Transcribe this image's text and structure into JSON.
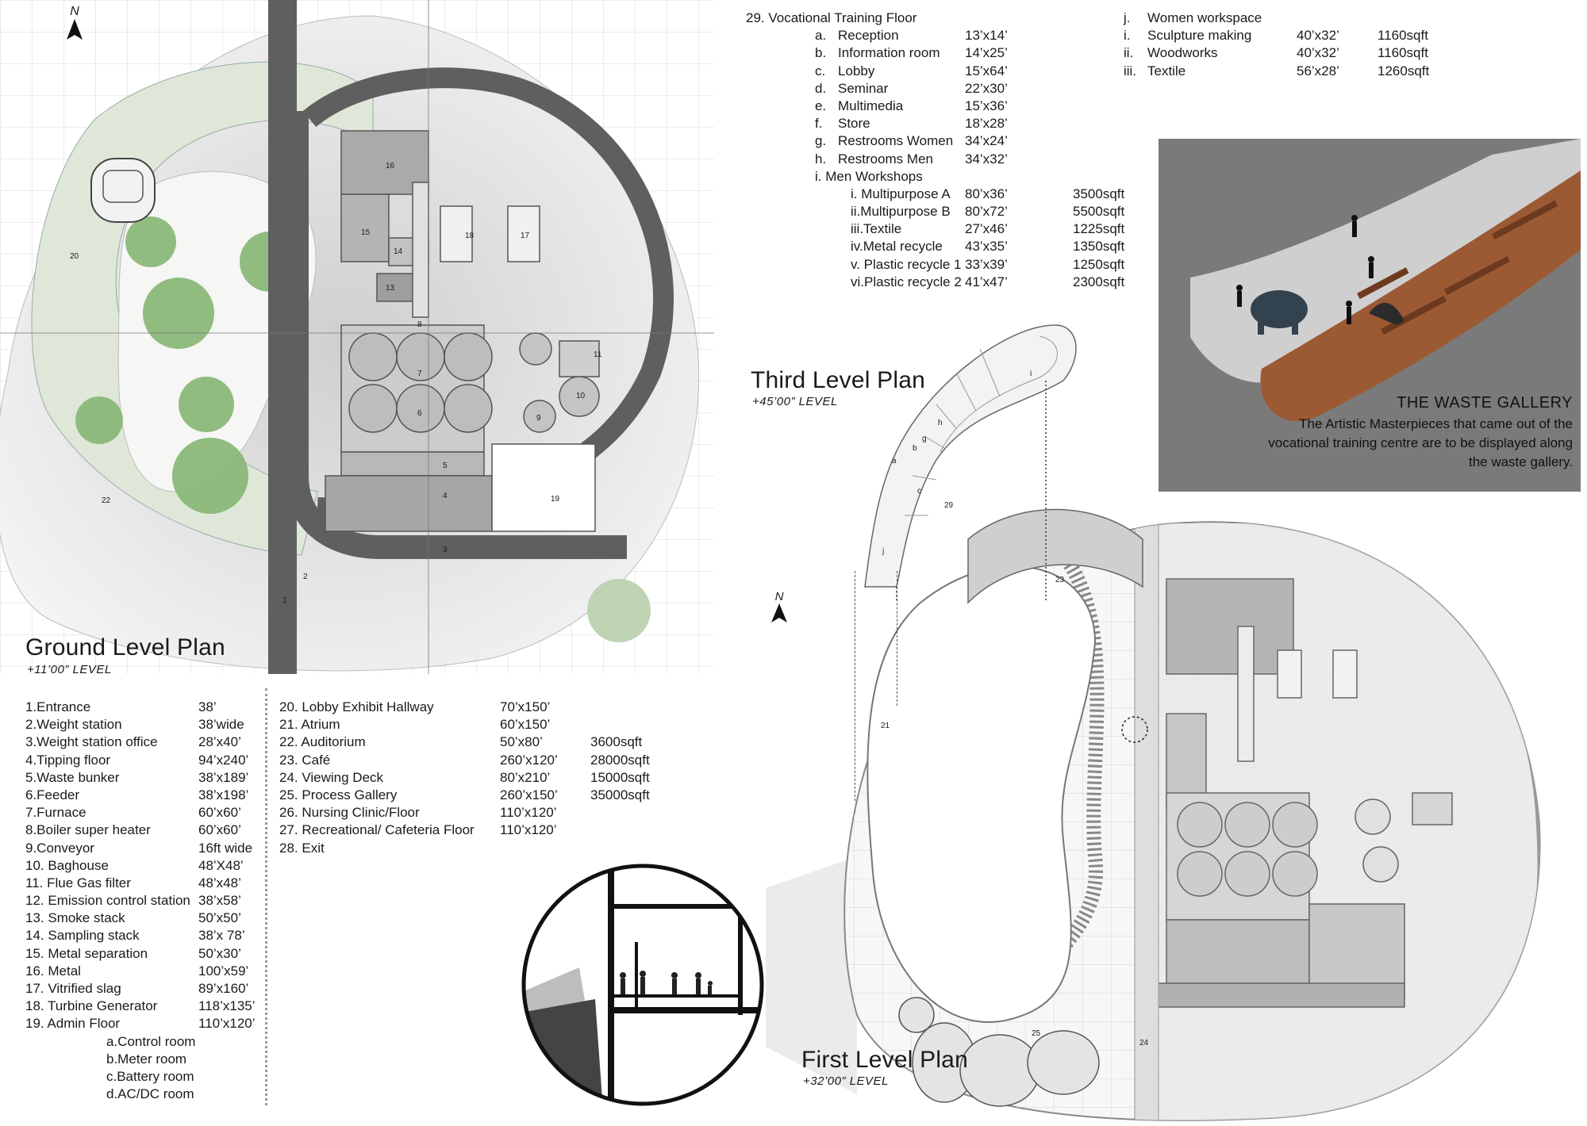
{
  "north_label": "N",
  "ground": {
    "title": "Ground Level Plan",
    "level": "+11’00” LEVEL",
    "plan_numbers": [
      "1",
      "2",
      "3",
      "4",
      "5",
      "6",
      "7",
      "8",
      "9",
      "10",
      "11",
      "13",
      "14",
      "15",
      "16",
      "17",
      "18",
      "19",
      "20",
      "22"
    ]
  },
  "first": {
    "title": "First Level Plan",
    "level": "+32’00” LEVEL",
    "plan_numbers": [
      "21",
      "23",
      "24",
      "25"
    ]
  },
  "third": {
    "title": "Third Level Plan",
    "level": "+45’00” LEVEL",
    "plan_numbers": [
      "29",
      "a",
      "b",
      "c",
      "g",
      "h",
      "i",
      "j"
    ]
  },
  "schedule_left": [
    [
      "1.Entrance",
      "38’",
      ""
    ],
    [
      "2.Weight station",
      "38’wide",
      ""
    ],
    [
      "3.Weight station office",
      "28’x40’",
      ""
    ],
    [
      "4.Tipping floor",
      "94’x240’",
      ""
    ],
    [
      "5.Waste bunker",
      "38’x189’",
      ""
    ],
    [
      "6.Feeder",
      "38’x198’",
      ""
    ],
    [
      "7.Furnace",
      "60’x60’",
      ""
    ],
    [
      "8.Boiler super heater",
      "60’x60’",
      ""
    ],
    [
      "9.Conveyor",
      "16ft wide",
      ""
    ],
    [
      "10.  Baghouse",
      "48’X48’",
      ""
    ],
    [
      "11.  Flue Gas filter",
      "48’x48’",
      ""
    ],
    [
      "12.  Emission control station",
      "38’x58’",
      ""
    ],
    [
      "13.  Smoke stack",
      "50’x50’",
      ""
    ],
    [
      "14.  Sampling stack",
      "38’x 78’",
      ""
    ],
    [
      "15.  Metal separation",
      "50’x30’",
      ""
    ],
    [
      "16.  Metal",
      "100’x59’",
      ""
    ],
    [
      "17.  Vitrified slag",
      "89’x160’",
      ""
    ],
    [
      "18.  Turbine Generator",
      "118’x135’",
      ""
    ],
    [
      "19.  Admin Floor",
      "110’x120’",
      ""
    ]
  ],
  "admin_sub": [
    "a.Control room",
    "b.Meter room",
    "c.Battery room",
    "d.AC/DC room"
  ],
  "schedule_mid": [
    [
      "20.  Lobby Exhibit Hallway",
      "70’x150’",
      ""
    ],
    [
      "21.  Atrium",
      "60’x150’",
      ""
    ],
    [
      "22.  Auditorium",
      "50’x80’",
      "3600sqft"
    ],
    [
      "23.  Café",
      "260’x120’",
      "28000sqft"
    ],
    [
      "24.  Viewing Deck",
      "80’x210’",
      "15000sqft"
    ],
    [
      "25.  Process Gallery",
      "260’x150’",
      "35000sqft"
    ],
    [
      "26.  Nursing Clinic/Floor",
      "110’x120’",
      ""
    ],
    [
      "27.  Recreational/ Cafeteria Floor",
      "110’x120’",
      ""
    ],
    [
      "28.  Exit",
      "",
      ""
    ]
  ],
  "vocational": {
    "heading": "29.  Vocational Training Floor",
    "items": [
      [
        "a.",
        "Reception",
        "13’x14’",
        ""
      ],
      [
        "b.",
        "Information room",
        "14’x25’",
        ""
      ],
      [
        "c.",
        "Lobby",
        "15’x64’",
        ""
      ],
      [
        "d.",
        "Seminar",
        "22’x30’",
        ""
      ],
      [
        "e.",
        "Multimedia",
        "15’x36’",
        ""
      ],
      [
        "f.",
        "Store",
        "18’x28’",
        ""
      ],
      [
        "g.",
        "Restrooms Women",
        "34’x24’",
        ""
      ],
      [
        "h.",
        "Restrooms Men",
        "34’x32’",
        ""
      ]
    ],
    "men_heading": "i. Men Workshops",
    "men_items": [
      [
        "i. Multipurpose A",
        "80’x36’",
        "3500sqft"
      ],
      [
        "ii.Multipurpose B",
        "80’x72’",
        "5500sqft"
      ],
      [
        "iii.Textile",
        "27’x46’",
        "1225sqft"
      ],
      [
        "iv.Metal recycle",
        "43’x35’",
        "1350sqft"
      ],
      [
        "v. Plastic recycle 1",
        "33’x39’",
        "1250sqft"
      ],
      [
        "vi.Plastic recycle 2",
        "41’x47’",
        "2300sqft"
      ]
    ],
    "women_heading": [
      "j.",
      "Women workspace"
    ],
    "women_items": [
      [
        "i.",
        "Sculpture making",
        "40’x32’",
        "1160sqft"
      ],
      [
        "ii.",
        "Woodworks",
        "40’x32’",
        "1160sqft"
      ],
      [
        "iii.",
        "Textile",
        "56’x28’",
        "1260sqft"
      ]
    ]
  },
  "gallery": {
    "title": "THE WASTE GALLERY",
    "description": "The Artistic Masterpieces that came out of the vocational training centre are to be displayed along the waste gallery."
  },
  "colors": {
    "road": "#5f5f5f",
    "site": "#e4e4e4",
    "green": "#dfe8d8",
    "tree": "#86b674",
    "building_dark": "#9a9a9a",
    "gallery_bg": "#7a7a7a",
    "wood": "#9c5a34"
  }
}
